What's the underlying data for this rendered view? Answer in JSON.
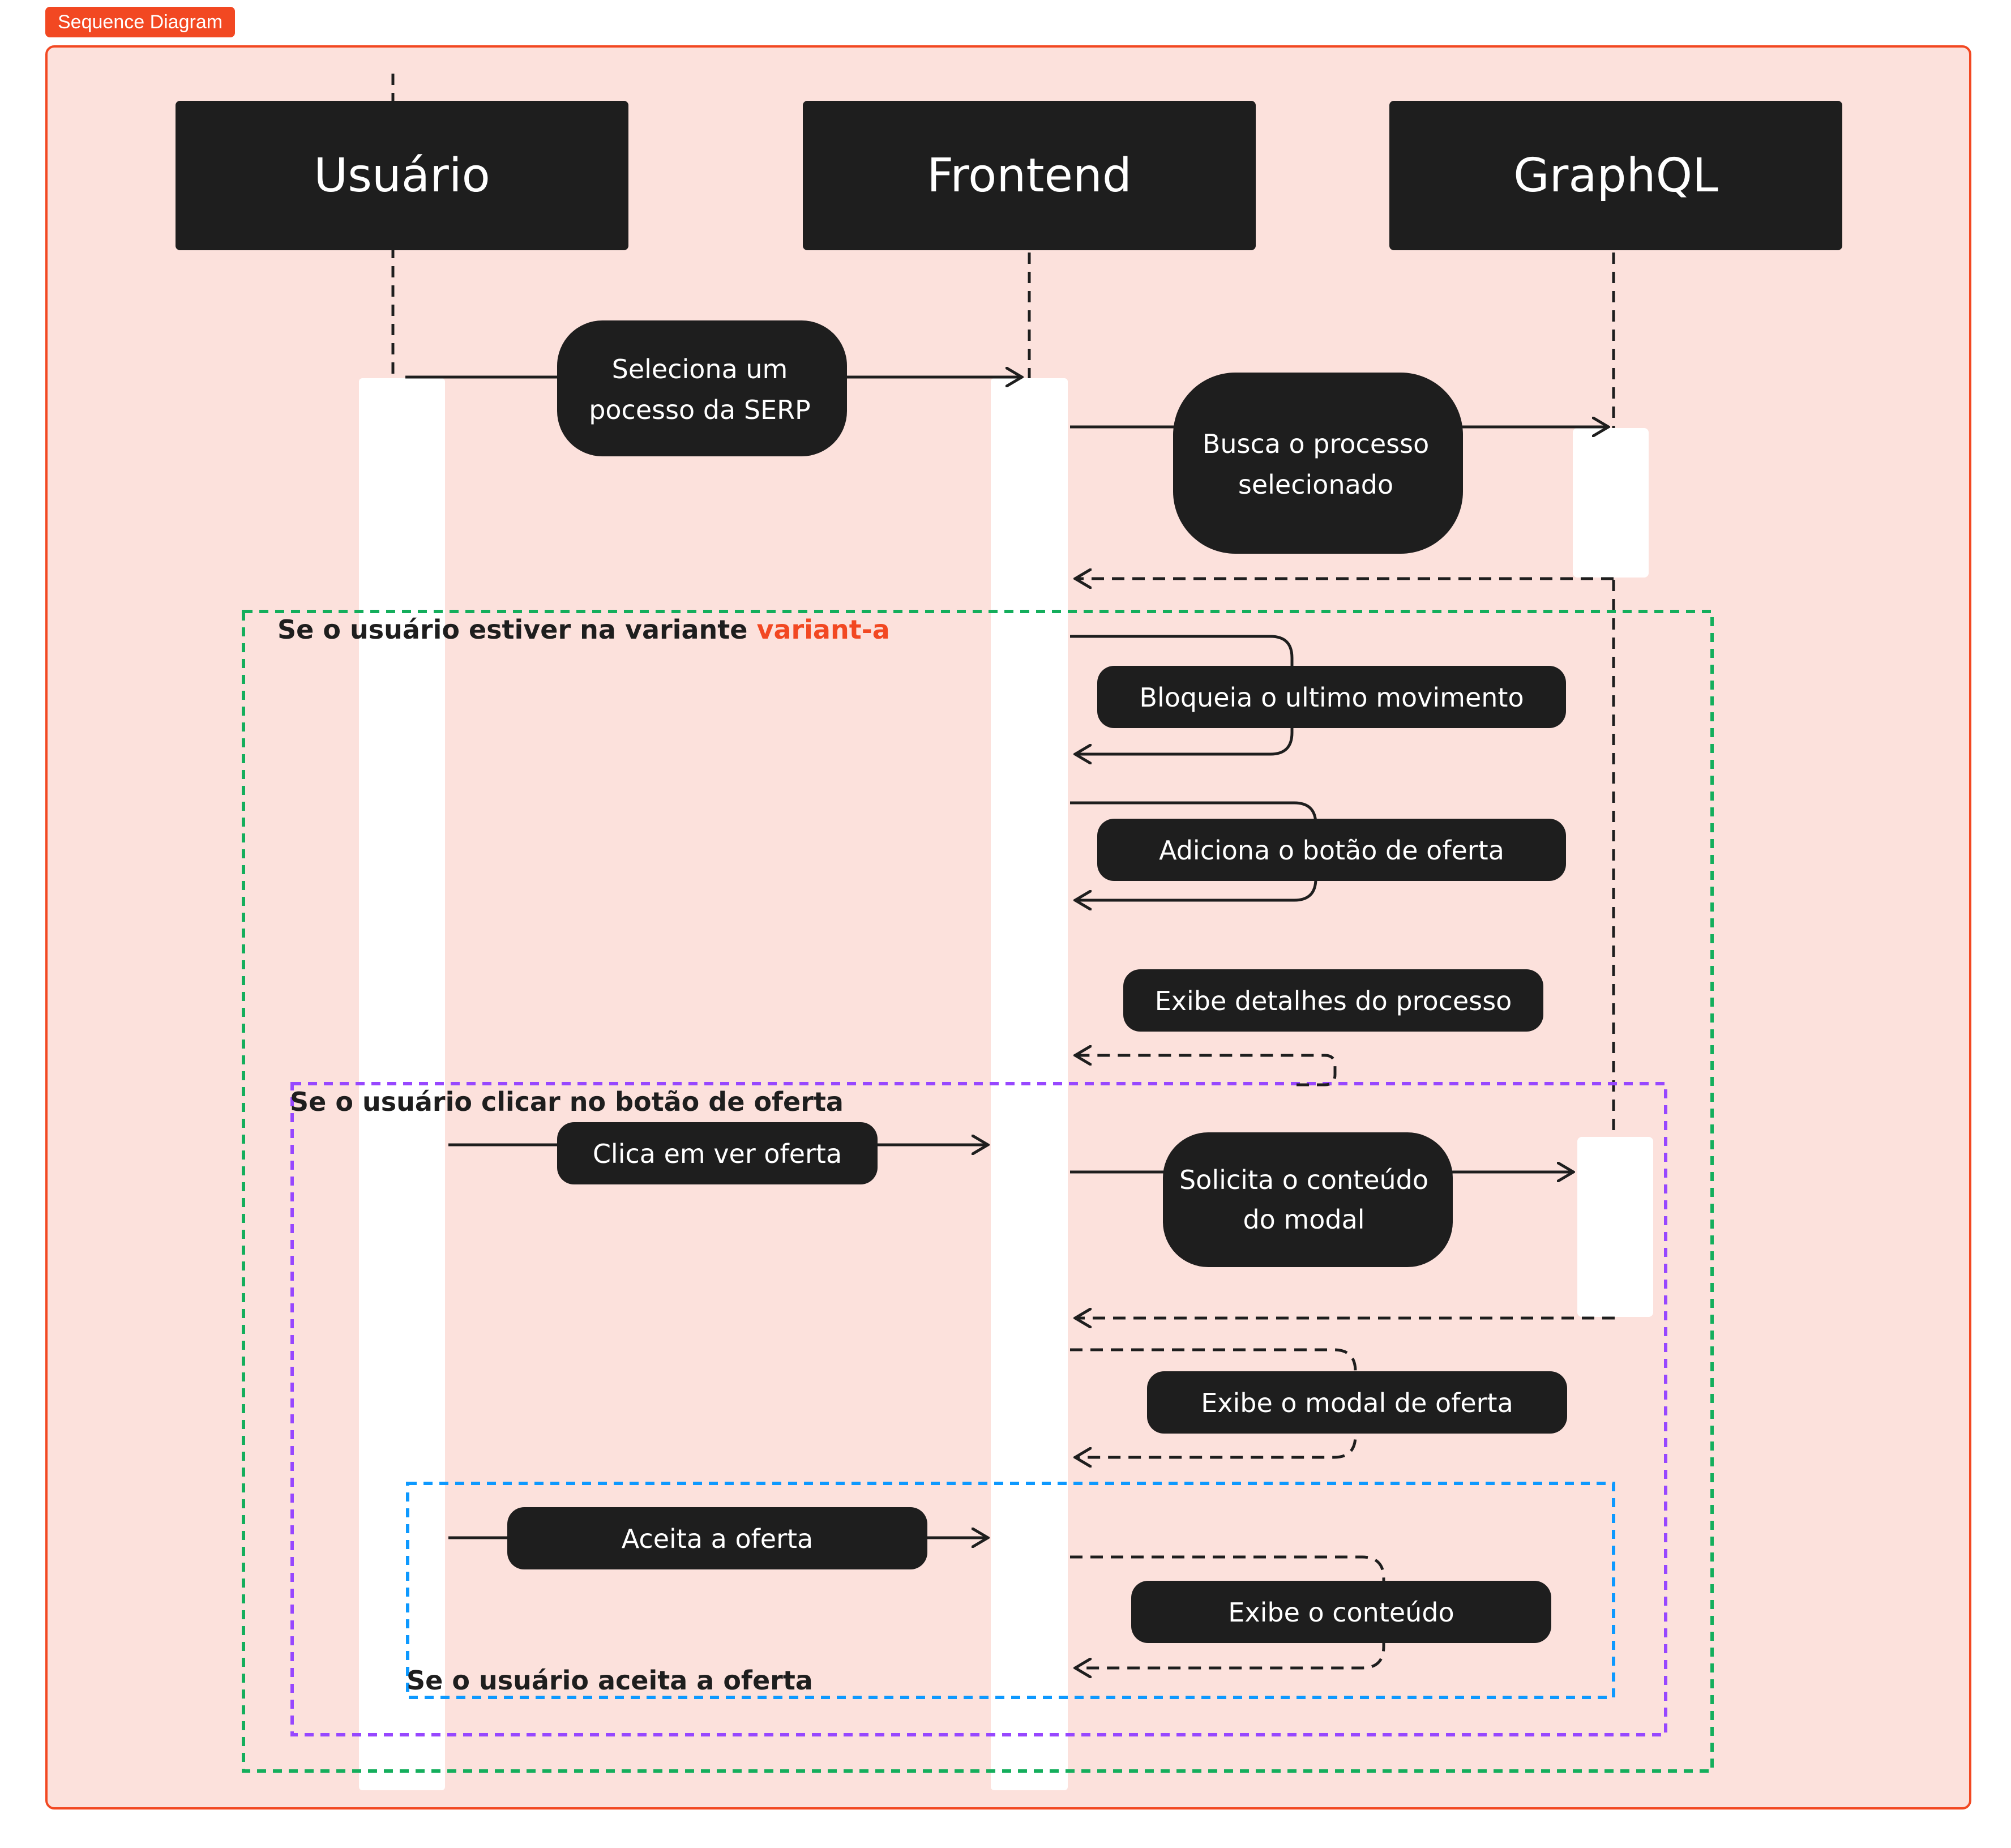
{
  "frame": {
    "label": "Sequence Diagram"
  },
  "colors": {
    "background": "#fce1dc",
    "frame_border": "#f24822",
    "participant_fill": "#1e1e1e",
    "activation_fill": "#ffffff",
    "green_frame": "#14ae5c",
    "purple_frame": "#9747ff",
    "blue_frame": "#0d99ff",
    "accent_text": "#f24822"
  },
  "participants": [
    "Usuário",
    "Frontend",
    "GraphQL"
  ],
  "messages": {
    "m1": [
      "Seleciona um",
      "pocesso da SERP"
    ],
    "m2": [
      "Busca o processo",
      "selecionado"
    ],
    "m3": "Bloqueia o ultimo movimento",
    "m4": "Adiciona o botão de oferta",
    "m5": "Exibe detalhes do processo",
    "m6": "Clica em ver oferta",
    "m7": [
      "Solicita o conteúdo",
      "do modal"
    ],
    "m8": "Exibe o modal de oferta",
    "m9": "Aceita a oferta",
    "m10": "Exibe o conteúdo"
  },
  "fragments": {
    "variant": {
      "prefix": "Se o usuário estiver na variante ",
      "highlight": "variant-a"
    },
    "click": "Se o usuário clicar no botão de oferta",
    "accept": "Se o usuário aceita a oferta"
  }
}
